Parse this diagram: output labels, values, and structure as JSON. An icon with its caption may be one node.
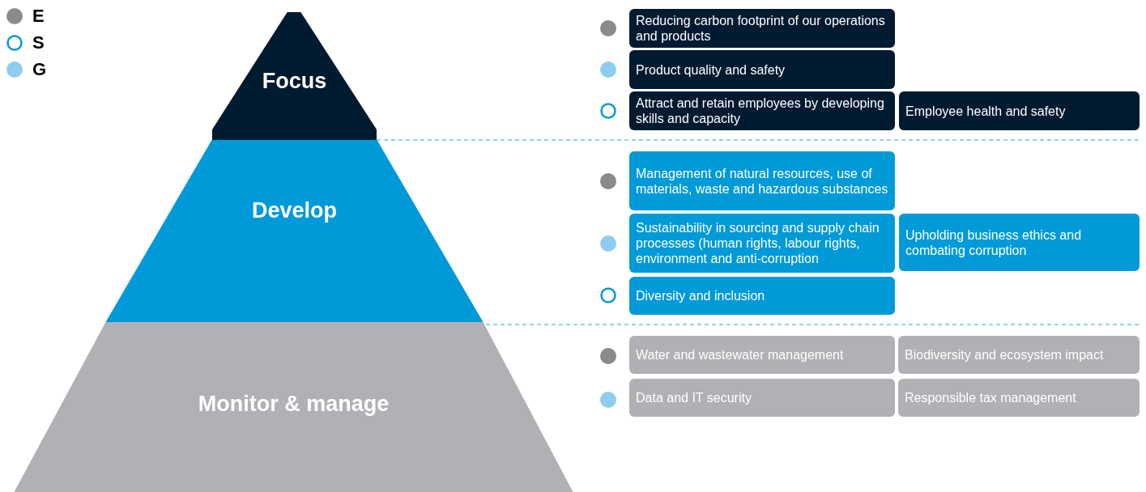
{
  "diagram": {
    "nodes": [
      {
        "text": [
          "Focus"
        ]
      },
      {
        "text": [
          "Develop"
        ]
      },
      {
        "text": [
          "Monitor & manage"
        ]
      },
      {
        "text": [
          "Reducing carbon footprint of our operations and products"
        ]
      },
      {
        "text": [
          "Product quality and safety"
        ]
      },
      {
        "text": [
          "Attract and retain employees by developing skills and capacity"
        ]
      },
      {
        "text": [
          "Employee health and safety"
        ]
      },
      {
        "text": [
          "Management of natural resources, use of materials, waste and hazardous substances"
        ]
      },
      {
        "text": [
          "Sustainability in sourcing and supply chain processes (human rights, labour rights, environment and anti-corruption"
        ]
      },
      {
        "text": [
          "Upholding business ethics and combating corruption"
        ]
      },
      {
        "text": [
          "Diversity and inclusion"
        ]
      },
      {
        "text": [
          "Water and wastewater management"
        ]
      },
      {
        "text": [
          "Biodiversity and ecosystem impact"
        ]
      },
      {
        "text": [
          "Data and IT security"
        ]
      },
      {
        "text": [
          "Responsible tax management"
        ]
      }
    ],
    "legend": [
      {
        "text": "E",
        "color": "#8a8a8d"
      },
      {
        "text": "S"
      },
      {
        "text": "G",
        "color": "#8fcdf0"
      }
    ]
  }
}
